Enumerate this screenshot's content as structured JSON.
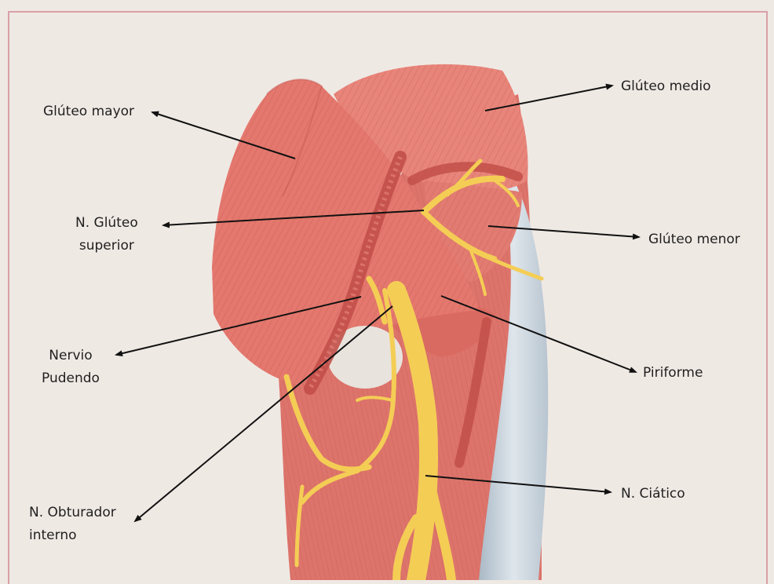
{
  "labels": {
    "gluteo_mayor": "Glúteo mayor",
    "gluteo_medio": "Glúteo medio",
    "gluteo_superior": [
      "N. Glúteo",
      "superior"
    ],
    "gluteo_menor": "Glúteo menor",
    "pudendo": [
      "Nervio",
      "Pudendo"
    ],
    "piriforme": "Piriforme",
    "ciatico": "N. Ciático",
    "obturador": [
      "N. Obturador",
      "interno"
    ]
  },
  "colors": {
    "background": "#efe9e4",
    "frame": "#d9a0a6",
    "muscle": "#e07a70",
    "muscle_dark": "#c85a52",
    "nerve": "#f4cd55",
    "tendon": "#c9d4dc",
    "vessel": "#c24f49",
    "arrow": "#111111"
  }
}
